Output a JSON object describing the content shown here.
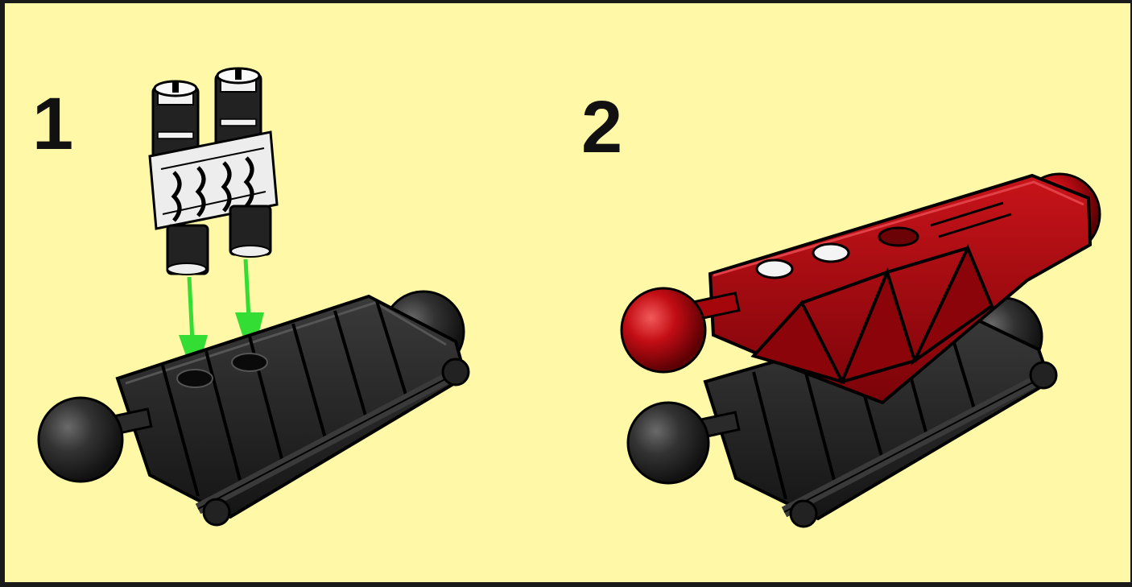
{
  "steps": [
    {
      "number": "1"
    },
    {
      "number": "2"
    }
  ],
  "colors": {
    "background": "#fff8a6",
    "frame": "#1a1a1a",
    "black_part": "#2a2a2a",
    "red_part": "#b3060c",
    "arrow": "#33dd33"
  },
  "icons": {
    "step1_illustration": "black-limb-with-pin-connector-illustration",
    "step2_illustration": "red-limb-attached-illustration",
    "insert_arrows": "green-down-arrow-icon"
  }
}
